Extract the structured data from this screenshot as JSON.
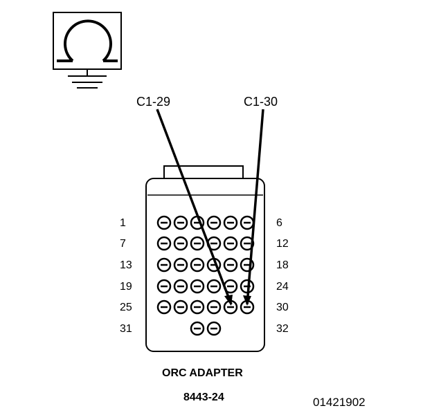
{
  "symbol": {
    "icon": "ohmmeter-ground-icon"
  },
  "probes": [
    {
      "label": "C1-29",
      "pin": 29
    },
    {
      "label": "C1-30",
      "pin": 30
    }
  ],
  "connector": {
    "rows": [
      {
        "left": "1",
        "right": "6"
      },
      {
        "left": "7",
        "right": "12"
      },
      {
        "left": "13",
        "right": "18"
      },
      {
        "left": "19",
        "right": "24"
      },
      {
        "left": "25",
        "right": "30"
      },
      {
        "left": "31",
        "right": "32"
      }
    ]
  },
  "adapter_name": "ORC ADAPTER",
  "adapter_number": "8443-24",
  "figure_id": "01421902"
}
